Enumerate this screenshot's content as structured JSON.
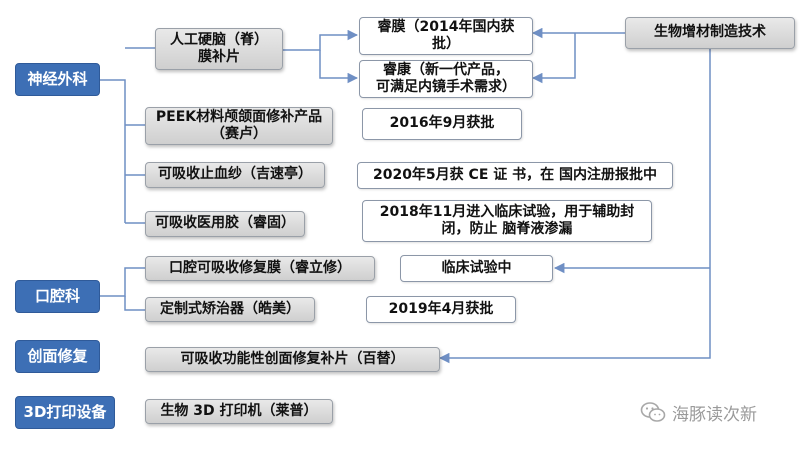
{
  "categories": {
    "neuro": "神经外科",
    "oral": "口腔科",
    "wound": "创面修复",
    "print3d": "3D打印设备"
  },
  "products": {
    "dura_patch": "人工硬脑（脊）\n膜补片",
    "peek": "PEEK材料颅颌面修补产品\n（赛卢）",
    "hemostatic": "可吸收止血纱（吉速亭）",
    "glue": "可吸收医用胶（睿固）",
    "oral_membrane": "口腔可吸收修复膜（睿立修）",
    "orthodontic": "定制式矫治器（皓美）",
    "wound_patch": "可吸收功能性创面修复补片（百替）",
    "printer": "生物 3D 打印机（莱普）"
  },
  "status": {
    "ruimo": "睿膜（2014年国内获\n批）",
    "ruikang": "睿康（新一代产品，\n可满足内镜手术需求）",
    "peek": "2016年9月获批",
    "hemostatic": "2020年5月获 CE 证 书，在 国内注册报批中",
    "glue": "2018年11月进入临床试验，用于辅助封\n闭，防止 脑脊液渗漏",
    "oral_membrane": "临床试验中",
    "orthodontic": "2019年4月获批"
  },
  "technology": "生物增材制造技术",
  "watermark": "海豚读次新",
  "colors": {
    "category_fill": "#3d6fb5",
    "line": "#6f8fc4"
  }
}
